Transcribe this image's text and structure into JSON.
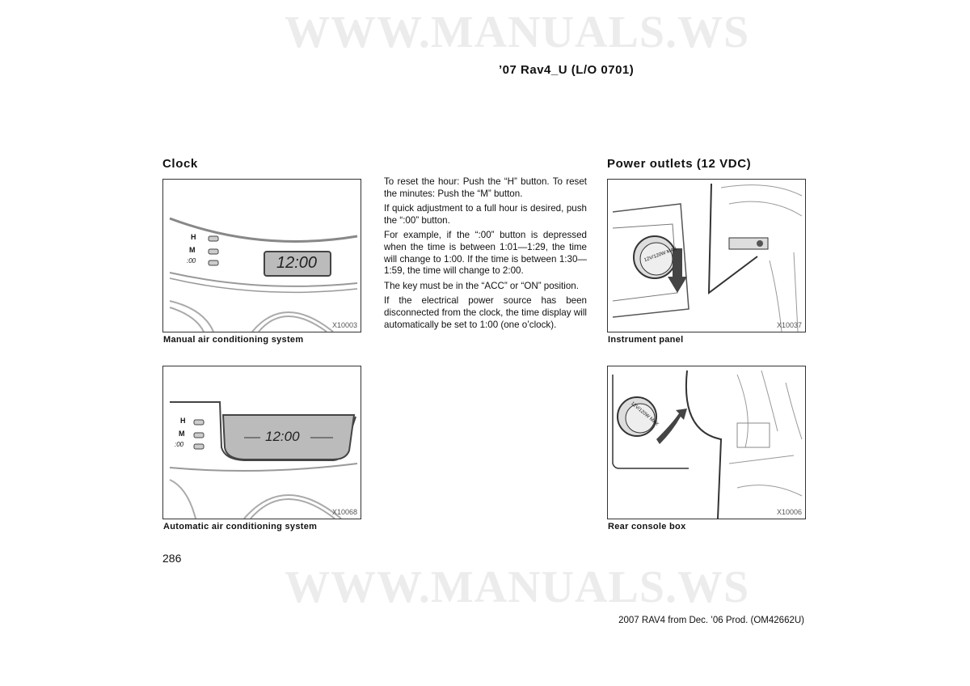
{
  "watermark": "WWW.MANUALS.WS",
  "header": "’07 Rav4_U (L/O 0701)",
  "clock": {
    "title": "Clock",
    "figures": [
      {
        "code": "X10003",
        "caption": "Manual air conditioning system",
        "display": "12:00",
        "buttons": [
          "H",
          "M",
          ":00"
        ]
      },
      {
        "code": "X10068",
        "caption": "Automatic air conditioning system",
        "display": "12:00",
        "buttons": [
          "H",
          "M",
          ":00"
        ]
      }
    ]
  },
  "body_text": [
    "To reset the hour: Push the “H” button. To reset the minutes: Push the “M” button.",
    "If quick adjustment to a full hour is desired, push the “:00” button.",
    "For example, if the “:00” button is depressed when the time is between 1:01—1:29, the time will change to 1:00. If the time is between 1:30—1:59, the time will change to 2:00.",
    "The key must be in the “ACC” or “ON” position.",
    "If the electrical power source has been disconnected from the clock, the time display will automatically be set to 1:00 (one o’clock)."
  ],
  "power": {
    "title": "Power outlets (12 VDC)",
    "figures": [
      {
        "code": "X10037",
        "caption": "Instrument panel",
        "label": "12V/120W MAX"
      },
      {
        "code": "X10006",
        "caption": "Rear console box",
        "label": "12V/120W MAX"
      }
    ]
  },
  "page_number": "286",
  "footer": "2007 RAV4 from Dec. ’06 Prod. (OM42662U)"
}
